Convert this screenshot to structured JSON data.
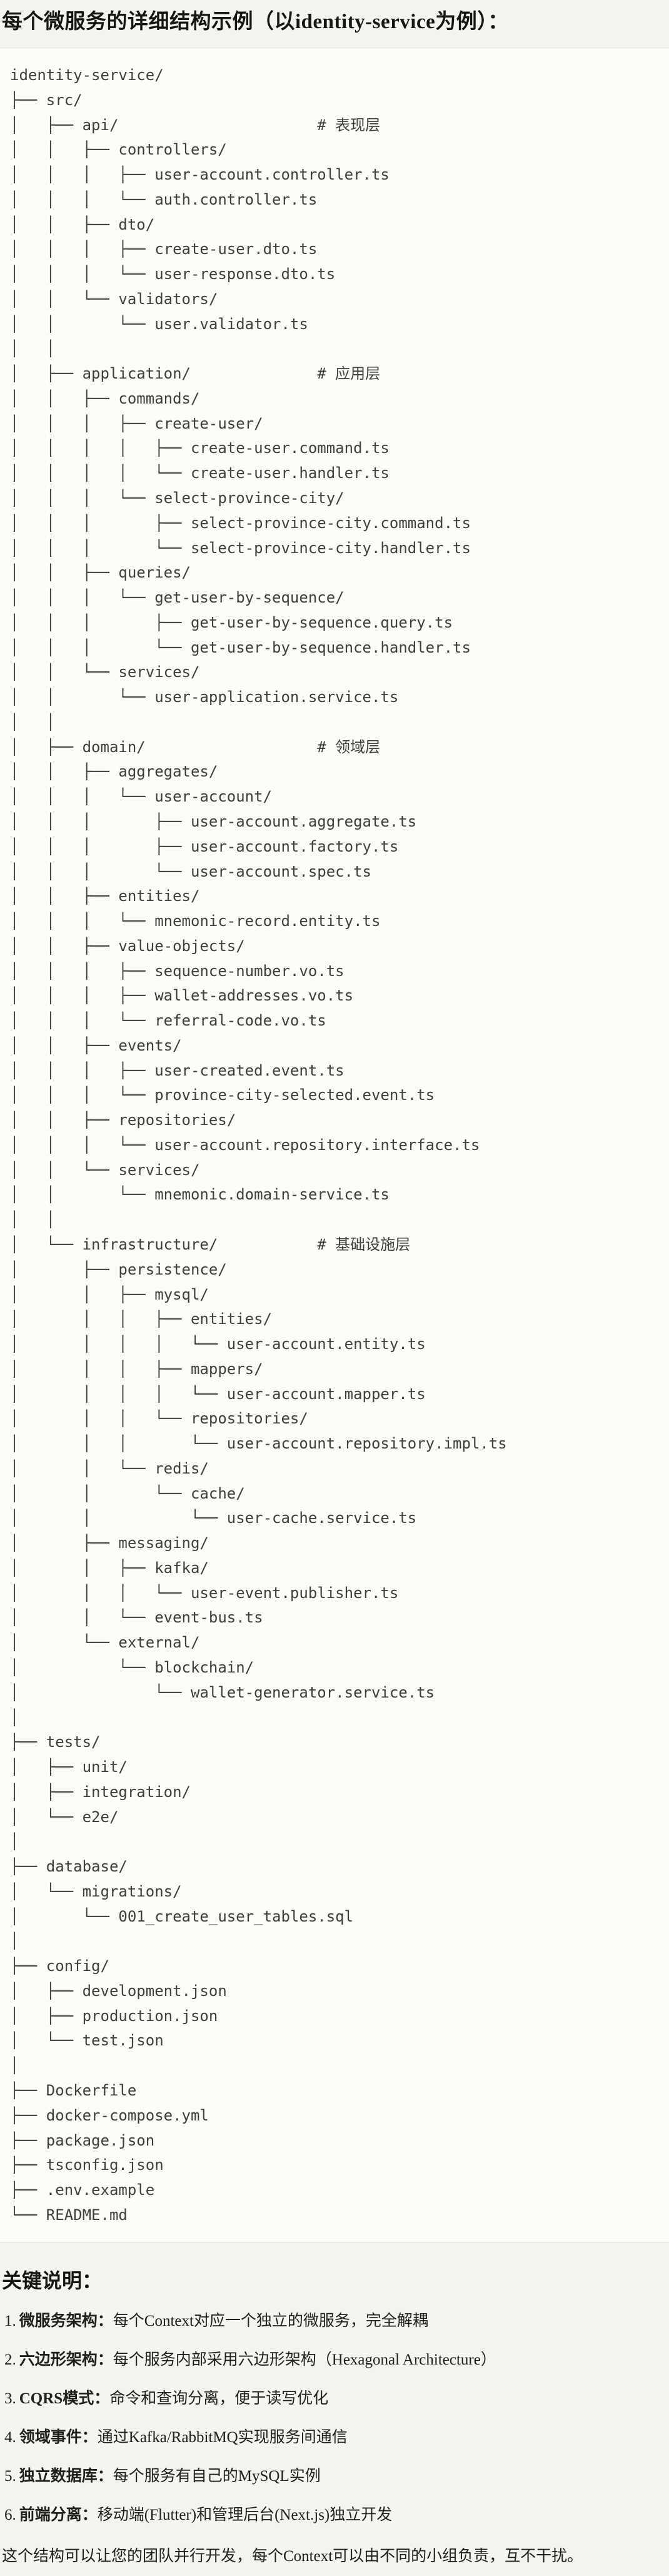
{
  "page": {
    "title": "每个微服务的详细结构示例（以identity-service为例）：",
    "background_color": "#f5f3ed"
  },
  "code": {
    "background_color": "#fcfbf8",
    "text_color": "#403f3b",
    "tree_text": "identity-service/\n├── src/\n│   ├── api/                      # 表现层\n│   │   ├── controllers/\n│   │   │   ├── user-account.controller.ts\n│   │   │   └── auth.controller.ts\n│   │   ├── dto/\n│   │   │   ├── create-user.dto.ts\n│   │   │   └── user-response.dto.ts\n│   │   └── validators/\n│   │       └── user.validator.ts\n│   │\n│   ├── application/              # 应用层\n│   │   ├── commands/\n│   │   │   ├── create-user/\n│   │   │   │   ├── create-user.command.ts\n│   │   │   │   └── create-user.handler.ts\n│   │   │   └── select-province-city/\n│   │   │       ├── select-province-city.command.ts\n│   │   │       └── select-province-city.handler.ts\n│   │   ├── queries/\n│   │   │   └── get-user-by-sequence/\n│   │   │       ├── get-user-by-sequence.query.ts\n│   │   │       └── get-user-by-sequence.handler.ts\n│   │   └── services/\n│   │       └── user-application.service.ts\n│   │\n│   ├── domain/                   # 领域层\n│   │   ├── aggregates/\n│   │   │   └── user-account/\n│   │   │       ├── user-account.aggregate.ts\n│   │   │       ├── user-account.factory.ts\n│   │   │       └── user-account.spec.ts\n│   │   ├── entities/\n│   │   │   └── mnemonic-record.entity.ts\n│   │   ├── value-objects/\n│   │   │   ├── sequence-number.vo.ts\n│   │   │   ├── wallet-addresses.vo.ts\n│   │   │   └── referral-code.vo.ts\n│   │   ├── events/\n│   │   │   ├── user-created.event.ts\n│   │   │   └── province-city-selected.event.ts\n│   │   ├── repositories/\n│   │   │   └── user-account.repository.interface.ts\n│   │   └── services/\n│   │       └── mnemonic.domain-service.ts\n│   │\n│   └── infrastructure/           # 基础设施层\n│       ├── persistence/\n│       │   ├── mysql/\n│       │   │   ├── entities/\n│       │   │   │   └── user-account.entity.ts\n│       │   │   ├── mappers/\n│       │   │   │   └── user-account.mapper.ts\n│       │   │   └── repositories/\n│       │   │       └── user-account.repository.impl.ts\n│       │   └── redis/\n│       │       └── cache/\n│       │           └── user-cache.service.ts\n│       ├── messaging/\n│       │   ├── kafka/\n│       │   │   └── user-event.publisher.ts\n│       │   └── event-bus.ts\n│       └── external/\n│           └── blockchain/\n│               └── wallet-generator.service.ts\n│\n├── tests/\n│   ├── unit/\n│   ├── integration/\n│   └── e2e/\n│\n├── database/\n│   └── migrations/\n│       └── 001_create_user_tables.sql\n│\n├── config/\n│   ├── development.json\n│   ├── production.json\n│   └── test.json\n│\n├── Dockerfile\n├── docker-compose.yml\n├── package.json\n├── tsconfig.json\n├── .env.example\n└── README.md"
  },
  "notes": {
    "heading": "关键说明：",
    "items": [
      {
        "num": "1.",
        "label": "微服务架构：",
        "text": "每个Context对应一个独立的微服务，完全解耦"
      },
      {
        "num": "2.",
        "label": "六边形架构：",
        "text": "每个服务内部采用六边形架构（Hexagonal Architecture）"
      },
      {
        "num": "3.",
        "label": "CQRS模式：",
        "text": "命令和查询分离，便于读写优化"
      },
      {
        "num": "4.",
        "label": "领域事件：",
        "text": "通过Kafka/RabbitMQ实现服务间通信"
      },
      {
        "num": "5.",
        "label": "独立数据库：",
        "text": "每个服务有自己的MySQL实例"
      },
      {
        "num": "6.",
        "label": "前端分离：",
        "text": "移动端(Flutter)和管理后台(Next.js)独立开发"
      }
    ],
    "footer": "这个结构可以让您的团队并行开发，每个Context可以由不同的小组负责，互不干扰。"
  }
}
